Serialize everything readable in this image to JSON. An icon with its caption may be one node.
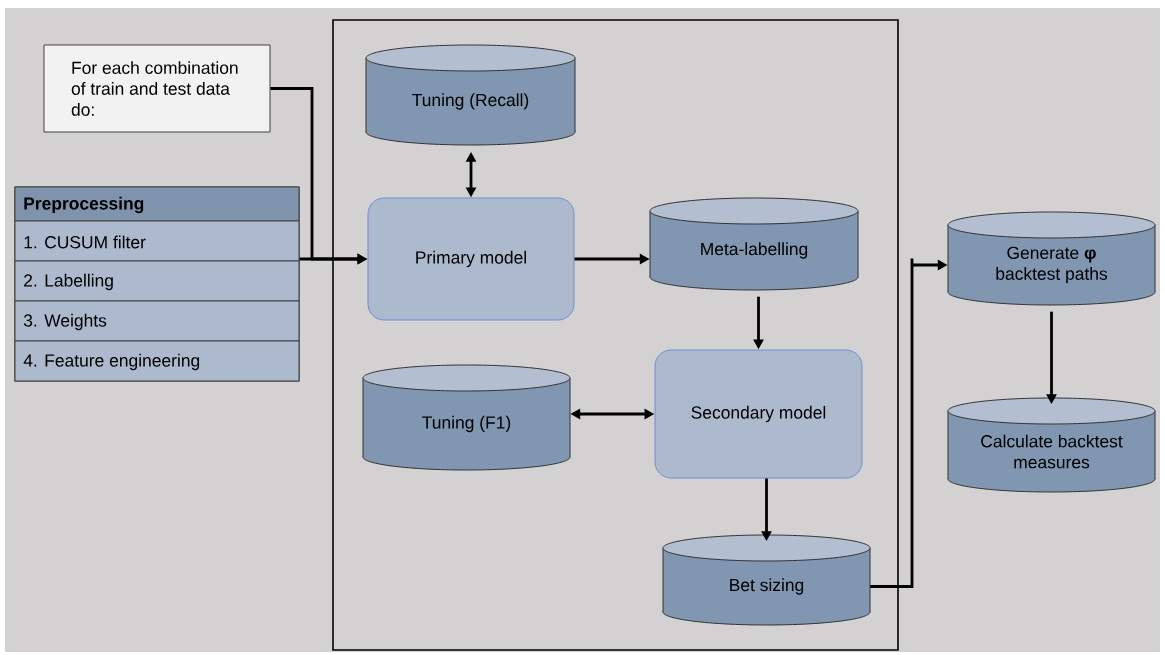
{
  "diagram": {
    "nodes": [
      {
        "text": [
          "For each combination of train and test data do:"
        ]
      },
      {
        "text": [
          "Preprocessing",
          "1. CUSUM filter",
          "2. Labelling",
          "3. Weights",
          "4. Feature engineering"
        ]
      },
      {
        "text": [],
        "shape": "box"
      },
      {
        "text": [
          "Tuning (Recall)"
        ],
        "in": 2
      },
      {
        "text": [
          "Primary model"
        ],
        "in": 2
      },
      {
        "text": [
          "Meta-labelling"
        ],
        "in": 2
      },
      {
        "text": [
          "Tuning (F1)"
        ],
        "in": 2
      },
      {
        "text": [
          "Secondary model"
        ],
        "in": 2
      },
      {
        "text": [
          "Bet sizing"
        ],
        "in": 2
      },
      {
        "text": [
          "Generate **φ** backtest paths"
        ]
      },
      {
        "text": [
          "Calculate backtest measures"
        ]
      }
    ],
    "edges": [
      {
        "from": 0,
        "to": 4,
        "arrow": "to"
      },
      {
        "from": 1,
        "to": 4,
        "arrow": "to"
      },
      {
        "from": 3,
        "to": 4,
        "arrow": "both"
      },
      {
        "from": 4,
        "to": 5,
        "arrow": "to"
      },
      {
        "from": 5,
        "to": 7,
        "arrow": "to"
      },
      {
        "from": 6,
        "to": 7,
        "arrow": "both"
      },
      {
        "from": 7,
        "to": 8,
        "arrow": "to"
      },
      {
        "from": 8,
        "to": 9,
        "arrow": "to"
      },
      {
        "from": 9,
        "to": 10,
        "arrow": "to"
      }
    ]
  }
}
